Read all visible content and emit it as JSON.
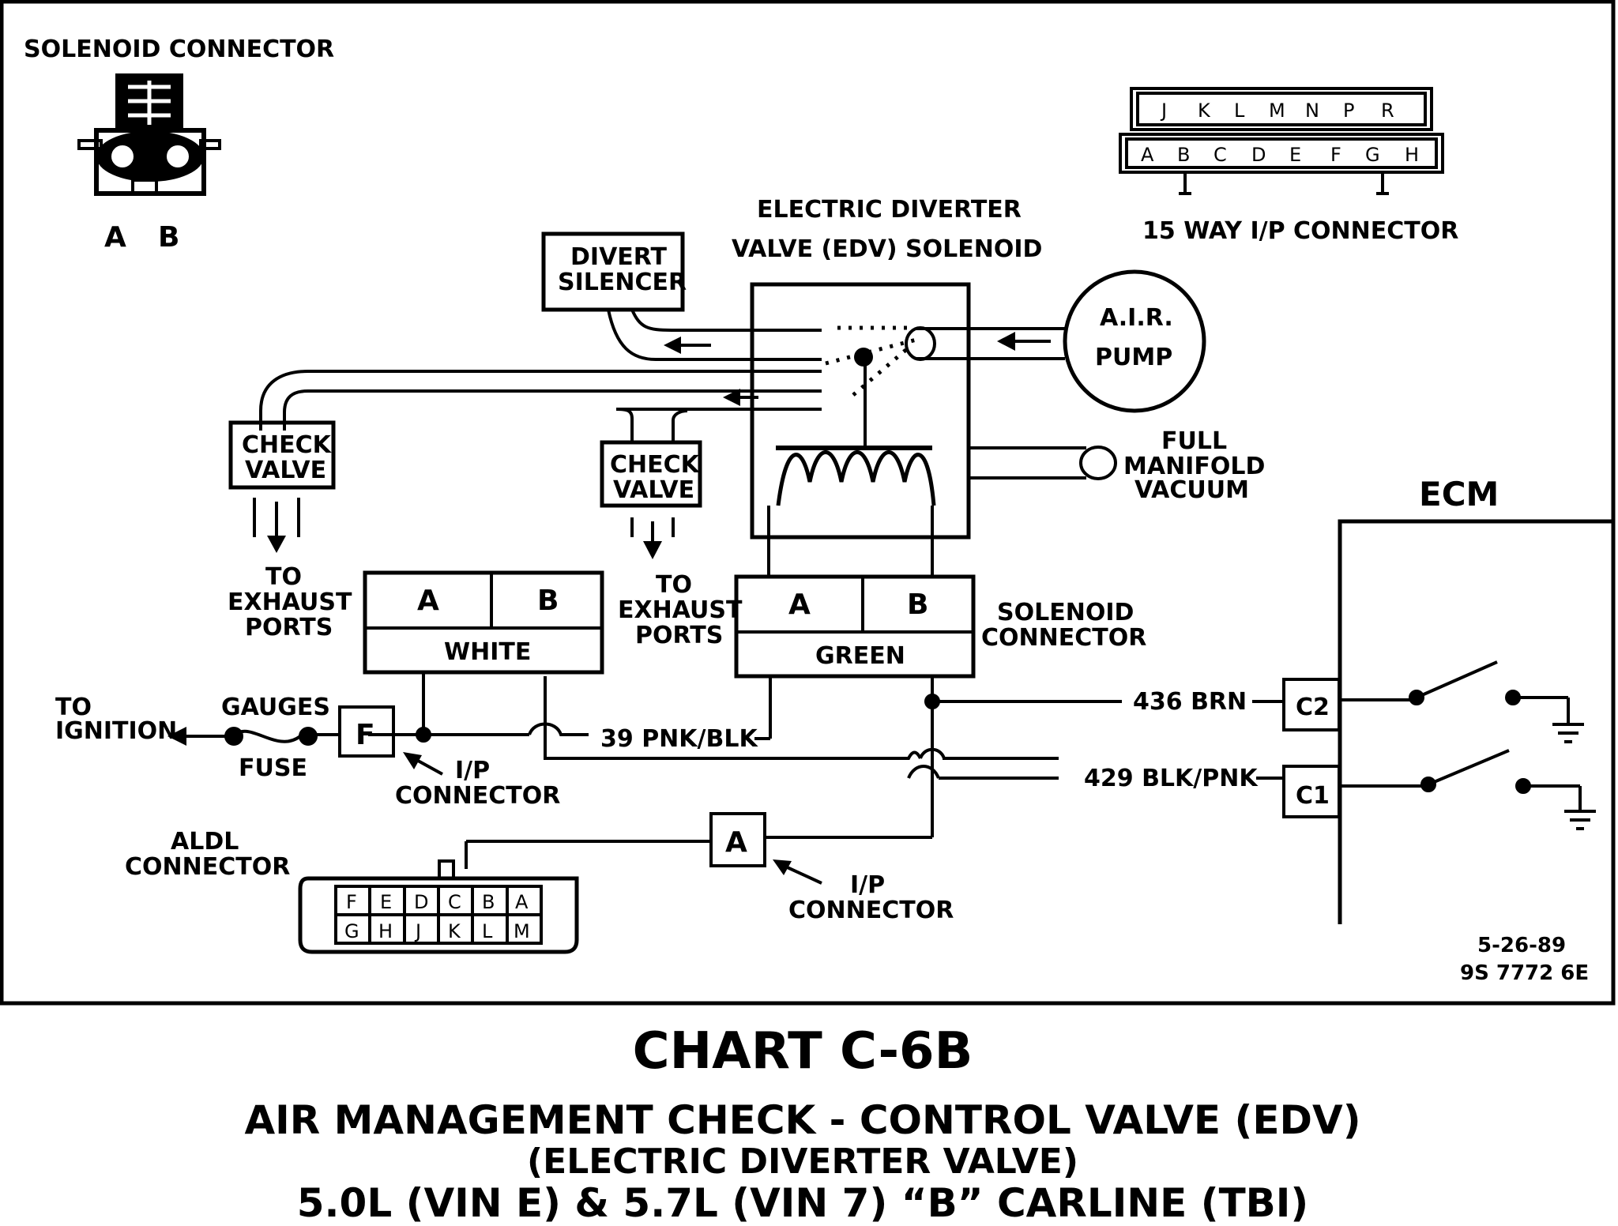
{
  "solenoid_connector_top": {
    "title": "SOLENOID CONNECTOR",
    "pin_a": "A",
    "pin_b": "B"
  },
  "ip_connector_15": {
    "label": "15 WAY I/P CONNECTOR",
    "top_row": [
      "J",
      "K",
      "L",
      "M",
      "N",
      "P",
      "R"
    ],
    "bottom_row": [
      "A",
      "B",
      "C",
      "D",
      "E",
      "F",
      "G",
      "H"
    ]
  },
  "edv": {
    "line1": "ELECTRIC DIVERTER",
    "line2": "VALVE (EDV) SOLENOID"
  },
  "divert_silencer": {
    "line1": "DIVERT",
    "line2": "SILENCER"
  },
  "air_pump": {
    "line1": "A.I.R.",
    "line2": "PUMP"
  },
  "manifold": {
    "line1": "FULL",
    "line2": "MANIFOLD",
    "line3": "VACUUM"
  },
  "check_valve_left": {
    "line1": "CHECK",
    "line2": "VALVE"
  },
  "check_valve_mid": {
    "line1": "CHECK",
    "line2": "VALVE"
  },
  "exhaust_left": {
    "line1": "TO",
    "line2": "EXHAUST",
    "line3": "PORTS"
  },
  "exhaust_mid": {
    "line1": "TO",
    "line2": "EXHAUST",
    "line3": "PORTS"
  },
  "white_connector": {
    "a": "A",
    "b": "B",
    "color": "WHITE"
  },
  "green_connector": {
    "a": "A",
    "b": "B",
    "color": "GREEN"
  },
  "solenoid_connector_label": {
    "line1": "SOLENOID",
    "line2": "CONNECTOR"
  },
  "ecm": {
    "label": "ECM",
    "c2": "C2",
    "c1": "C1"
  },
  "wires": {
    "w436": "436 BRN",
    "w429": "429 BLK/PNK",
    "w39": "39 PNK/BLK"
  },
  "ignition": {
    "line1": "TO",
    "line2": "IGNITION",
    "gauges": "GAUGES",
    "fuse": "FUSE",
    "f_box": "F"
  },
  "ip_connector_f": {
    "line1": "I/P",
    "line2": "CONNECTOR"
  },
  "ip_connector_a": {
    "box": "A",
    "line1": "I/P",
    "line2": "CONNECTOR"
  },
  "aldl": {
    "line1": "ALDL",
    "line2": "CONNECTOR",
    "top_row": [
      "F",
      "E",
      "D",
      "C",
      "B",
      "A"
    ],
    "bottom_row": [
      "G",
      "H",
      "J",
      "K",
      "L",
      "M"
    ]
  },
  "date": {
    "line1": "5-26-89",
    "line2": "9S 7772 6E"
  },
  "caption": {
    "chart": "CHART C-6B",
    "title": "AIR MANAGEMENT CHECK - CONTROL VALVE (EDV)",
    "subtitle": "(ELECTRIC DIVERTER VALVE)",
    "engine": "5.0L  (VIN E)  &  5.7L  (VIN 7)  “B”  CARLINE  (TBI)"
  }
}
